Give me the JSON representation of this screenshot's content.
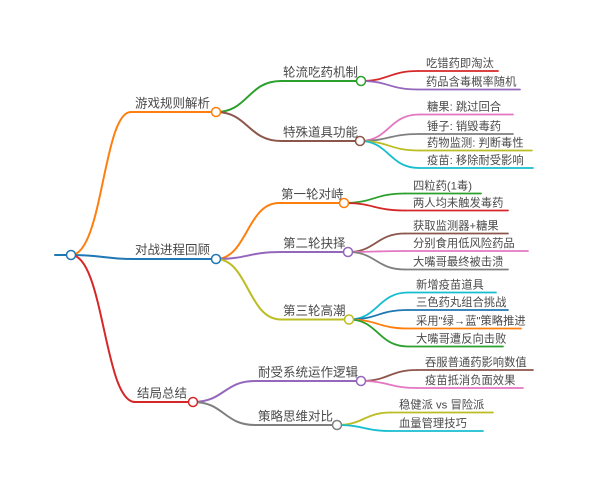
{
  "palette": {
    "blue": "#1f77b4",
    "orange": "#ff7f0e",
    "green": "#2ca02c",
    "red": "#d62728",
    "purple": "#9467bd",
    "brown": "#8c564b",
    "pink": "#e377c2",
    "gray": "#7f7f7f",
    "olive": "#bcbd22",
    "cyan": "#17becf",
    "text": "#4a4a4a",
    "background": "#ffffff"
  },
  "mindmap": {
    "root": {
      "label": ""
    },
    "branches": [
      {
        "label": "游戏规则解析",
        "color": "orange",
        "children": [
          {
            "label": "轮流吃药机制",
            "color": "green",
            "children": [
              {
                "label": "吃错药即淘汰",
                "color": "red"
              },
              {
                "label": "药品含毒概率随机",
                "color": "purple"
              }
            ]
          },
          {
            "label": "特殊道具功能",
            "color": "brown",
            "children": [
              {
                "label": "糖果: 跳过回合",
                "color": "pink"
              },
              {
                "label": "锤子: 销毁毒药",
                "color": "gray"
              },
              {
                "label": "药物监测: 判断毒性",
                "color": "olive"
              },
              {
                "label": "疫苗: 移除耐受影响",
                "color": "cyan"
              }
            ]
          }
        ]
      },
      {
        "label": "对战进程回顾",
        "color": "blue",
        "children": [
          {
            "label": "第一轮对峙",
            "color": "orange",
            "children": [
              {
                "label": "四粒药(1毒)",
                "color": "green"
              },
              {
                "label": "两人均未触发毒药",
                "color": "red"
              }
            ]
          },
          {
            "label": "第二轮抉择",
            "color": "purple",
            "children": [
              {
                "label": "获取监测器+糖果",
                "color": "brown"
              },
              {
                "label": "分别食用低风险药品",
                "color": "pink"
              },
              {
                "label": "大嘴哥最终被击溃",
                "color": "gray"
              }
            ]
          },
          {
            "label": "第三轮高潮",
            "color": "olive",
            "children": [
              {
                "label": "新增疫苗道具",
                "color": "cyan"
              },
              {
                "label": "三色药丸组合挑战",
                "color": "blue"
              },
              {
                "label": "采用\"绿→蓝\"策略推进",
                "color": "orange"
              },
              {
                "label": "大嘴哥遭反向击败",
                "color": "green"
              }
            ]
          }
        ]
      },
      {
        "label": "结局总结",
        "color": "red",
        "children": [
          {
            "label": "耐受系统运作逻辑",
            "color": "purple",
            "children": [
              {
                "label": "吞服普通药影响数值",
                "color": "brown"
              },
              {
                "label": "疫苗抵消负面效果",
                "color": "pink"
              }
            ]
          },
          {
            "label": "策略思维对比",
            "color": "gray",
            "children": [
              {
                "label": "稳健派 vs 冒险派",
                "color": "olive"
              },
              {
                "label": "血量管理技巧",
                "color": "cyan"
              }
            ]
          }
        ]
      }
    ]
  }
}
